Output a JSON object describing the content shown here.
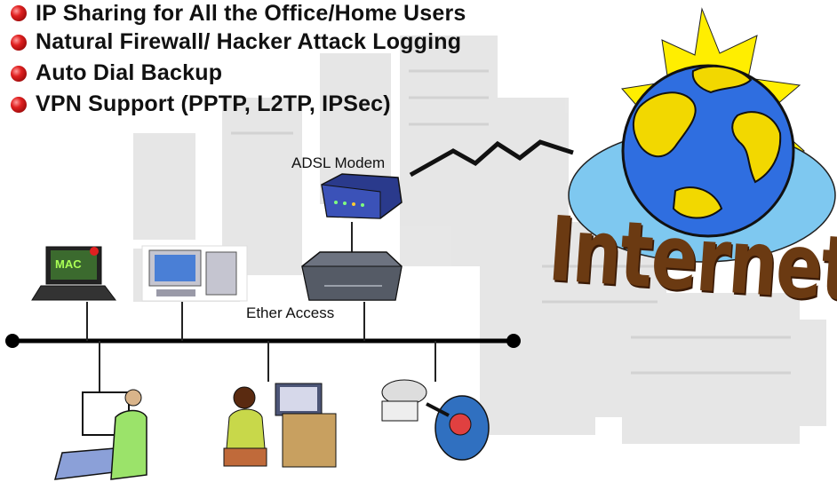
{
  "features": [
    "IP Sharing for All the Office/Home Users",
    "Natural Firewall/ Hacker Attack Logging",
    "Auto Dial Backup",
    "VPN Support (PPTP, L2TP, IPSec)"
  ],
  "labels": {
    "modem": "ADSL Modem",
    "router": "Ether Access",
    "internet": "Internet",
    "laptop_screen": "MAC"
  },
  "colors": {
    "bullet": "#c81e1e",
    "internet_text": "#6b3a12",
    "globe_ocean": "#2f6ee0",
    "globe_land": "#f2d800",
    "sun_rays": "#ffee00",
    "cloud": "#7ec8f0"
  }
}
